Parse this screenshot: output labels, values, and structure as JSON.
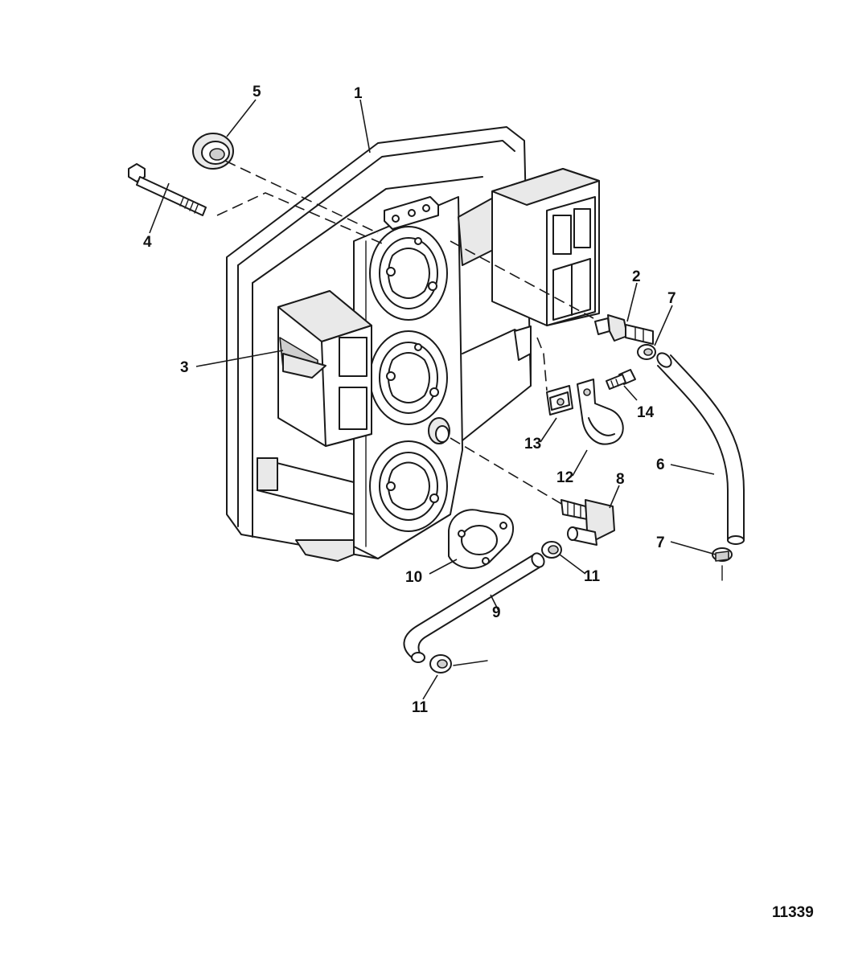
{
  "diagram": {
    "figure_number": "11339",
    "callouts": [
      {
        "id": "c1",
        "label": "1"
      },
      {
        "id": "c2",
        "label": "2"
      },
      {
        "id": "c3",
        "label": "3"
      },
      {
        "id": "c4",
        "label": "4"
      },
      {
        "id": "c5",
        "label": "5"
      },
      {
        "id": "c6",
        "label": "6"
      },
      {
        "id": "c7a",
        "label": "7"
      },
      {
        "id": "c7b",
        "label": "7"
      },
      {
        "id": "c8",
        "label": "8"
      },
      {
        "id": "c9",
        "label": "9"
      },
      {
        "id": "c10",
        "label": "10"
      },
      {
        "id": "c11a",
        "label": "11"
      },
      {
        "id": "c11b",
        "label": "11"
      },
      {
        "id": "c12",
        "label": "12"
      },
      {
        "id": "c13",
        "label": "13"
      },
      {
        "id": "c14",
        "label": "14"
      }
    ]
  }
}
